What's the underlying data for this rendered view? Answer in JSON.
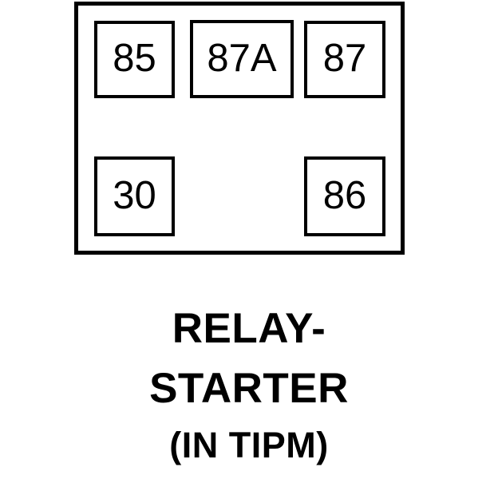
{
  "diagram": {
    "kind": "automotive-relay-terminal-diagram",
    "colors": {
      "background": "#ffffff",
      "stroke": "#000000",
      "text": "#000000"
    },
    "body": {
      "name": "relay-body-outline"
    },
    "pins": [
      {
        "id": "85",
        "label": "85",
        "row": "top",
        "column": "left"
      },
      {
        "id": "87A",
        "label": "87A",
        "row": "top",
        "column": "center"
      },
      {
        "id": "87",
        "label": "87",
        "row": "top",
        "column": "right"
      },
      {
        "id": "30",
        "label": "30",
        "row": "bottom",
        "column": "left"
      },
      {
        "id": "86",
        "label": "86",
        "row": "bottom",
        "column": "right"
      }
    ],
    "caption": {
      "line1": "RELAY-",
      "line2": "STARTER",
      "line3": "(IN TIPM)"
    }
  }
}
